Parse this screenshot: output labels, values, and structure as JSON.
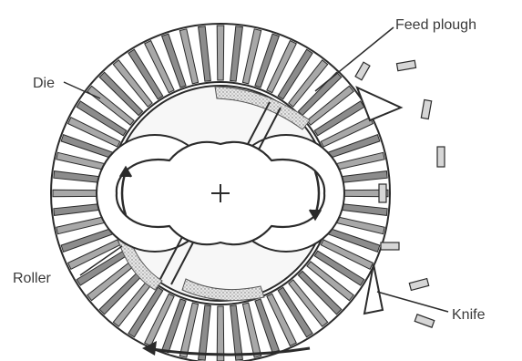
{
  "labels": {
    "feed_plough": "Feed plough",
    "die": "Die",
    "roller": "Roller",
    "knife": "Knife"
  },
  "colors": {
    "ink": "#2b2b2b",
    "label": "#3a3a3a",
    "fill_light": "#f2f2f2",
    "fill_shade": "#cfcfcf",
    "background": "#ffffff"
  },
  "icons": {
    "rotation_arrow": "curved-arrow-left",
    "center_mark": "plus-icon"
  }
}
